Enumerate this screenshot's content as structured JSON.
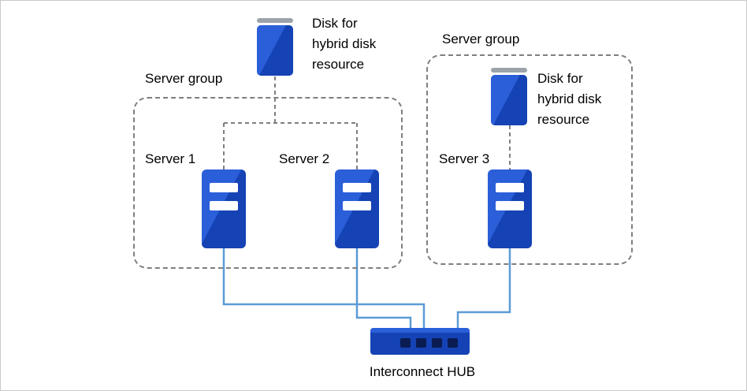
{
  "diagram": {
    "server_groups": [
      {
        "label": "Server group",
        "servers": [
          "Server 1",
          "Server 2"
        ],
        "disk_label": "Disk for hybrid disk resource"
      },
      {
        "label": "Server group",
        "servers": [
          "Server 3"
        ],
        "disk_label": "Disk for hybrid disk resource"
      }
    ],
    "hub": {
      "label": "Interconnect HUB"
    }
  },
  "colors": {
    "device_blue": "#1543B5",
    "device_blue_light": "#2B5FD9",
    "disk_cap_gray": "#9DA3AA",
    "connector_gray": "#7F7F7F",
    "connector_blue": "#5B9BD5",
    "port_navy": "#0A1C52",
    "text": "#000000"
  }
}
